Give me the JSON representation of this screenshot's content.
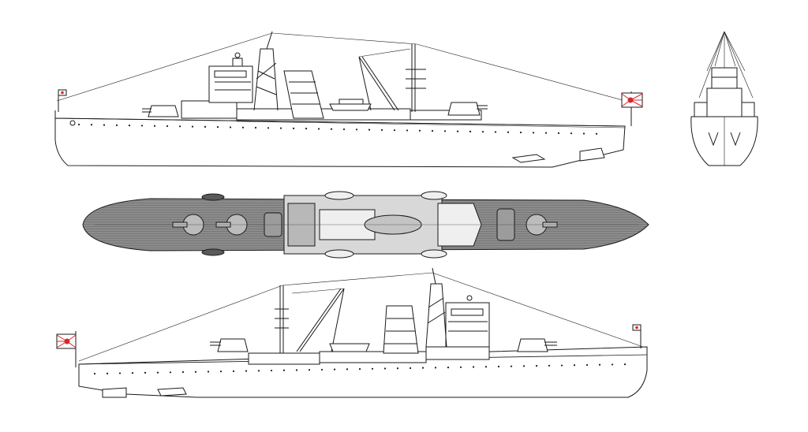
{
  "drawing": {
    "views": [
      {
        "id": "starboard-profile",
        "kind": "side-elevation",
        "bow": "right"
      },
      {
        "id": "bow-view",
        "kind": "front-elevation"
      },
      {
        "id": "plan-view",
        "kind": "deck-plan",
        "bow": "right"
      },
      {
        "id": "port-profile",
        "kind": "side-elevation",
        "bow": "left"
      }
    ],
    "main_guns": 3,
    "colors": {
      "line": "#1a1a1a",
      "hull_fill": "#ffffff",
      "deck_fill": "#8c8c8c",
      "deck_dark": "#6e6e6e",
      "deck_light": "#d8d8d8",
      "flag_red": "#d8262d",
      "background": "#ffffff"
    }
  }
}
